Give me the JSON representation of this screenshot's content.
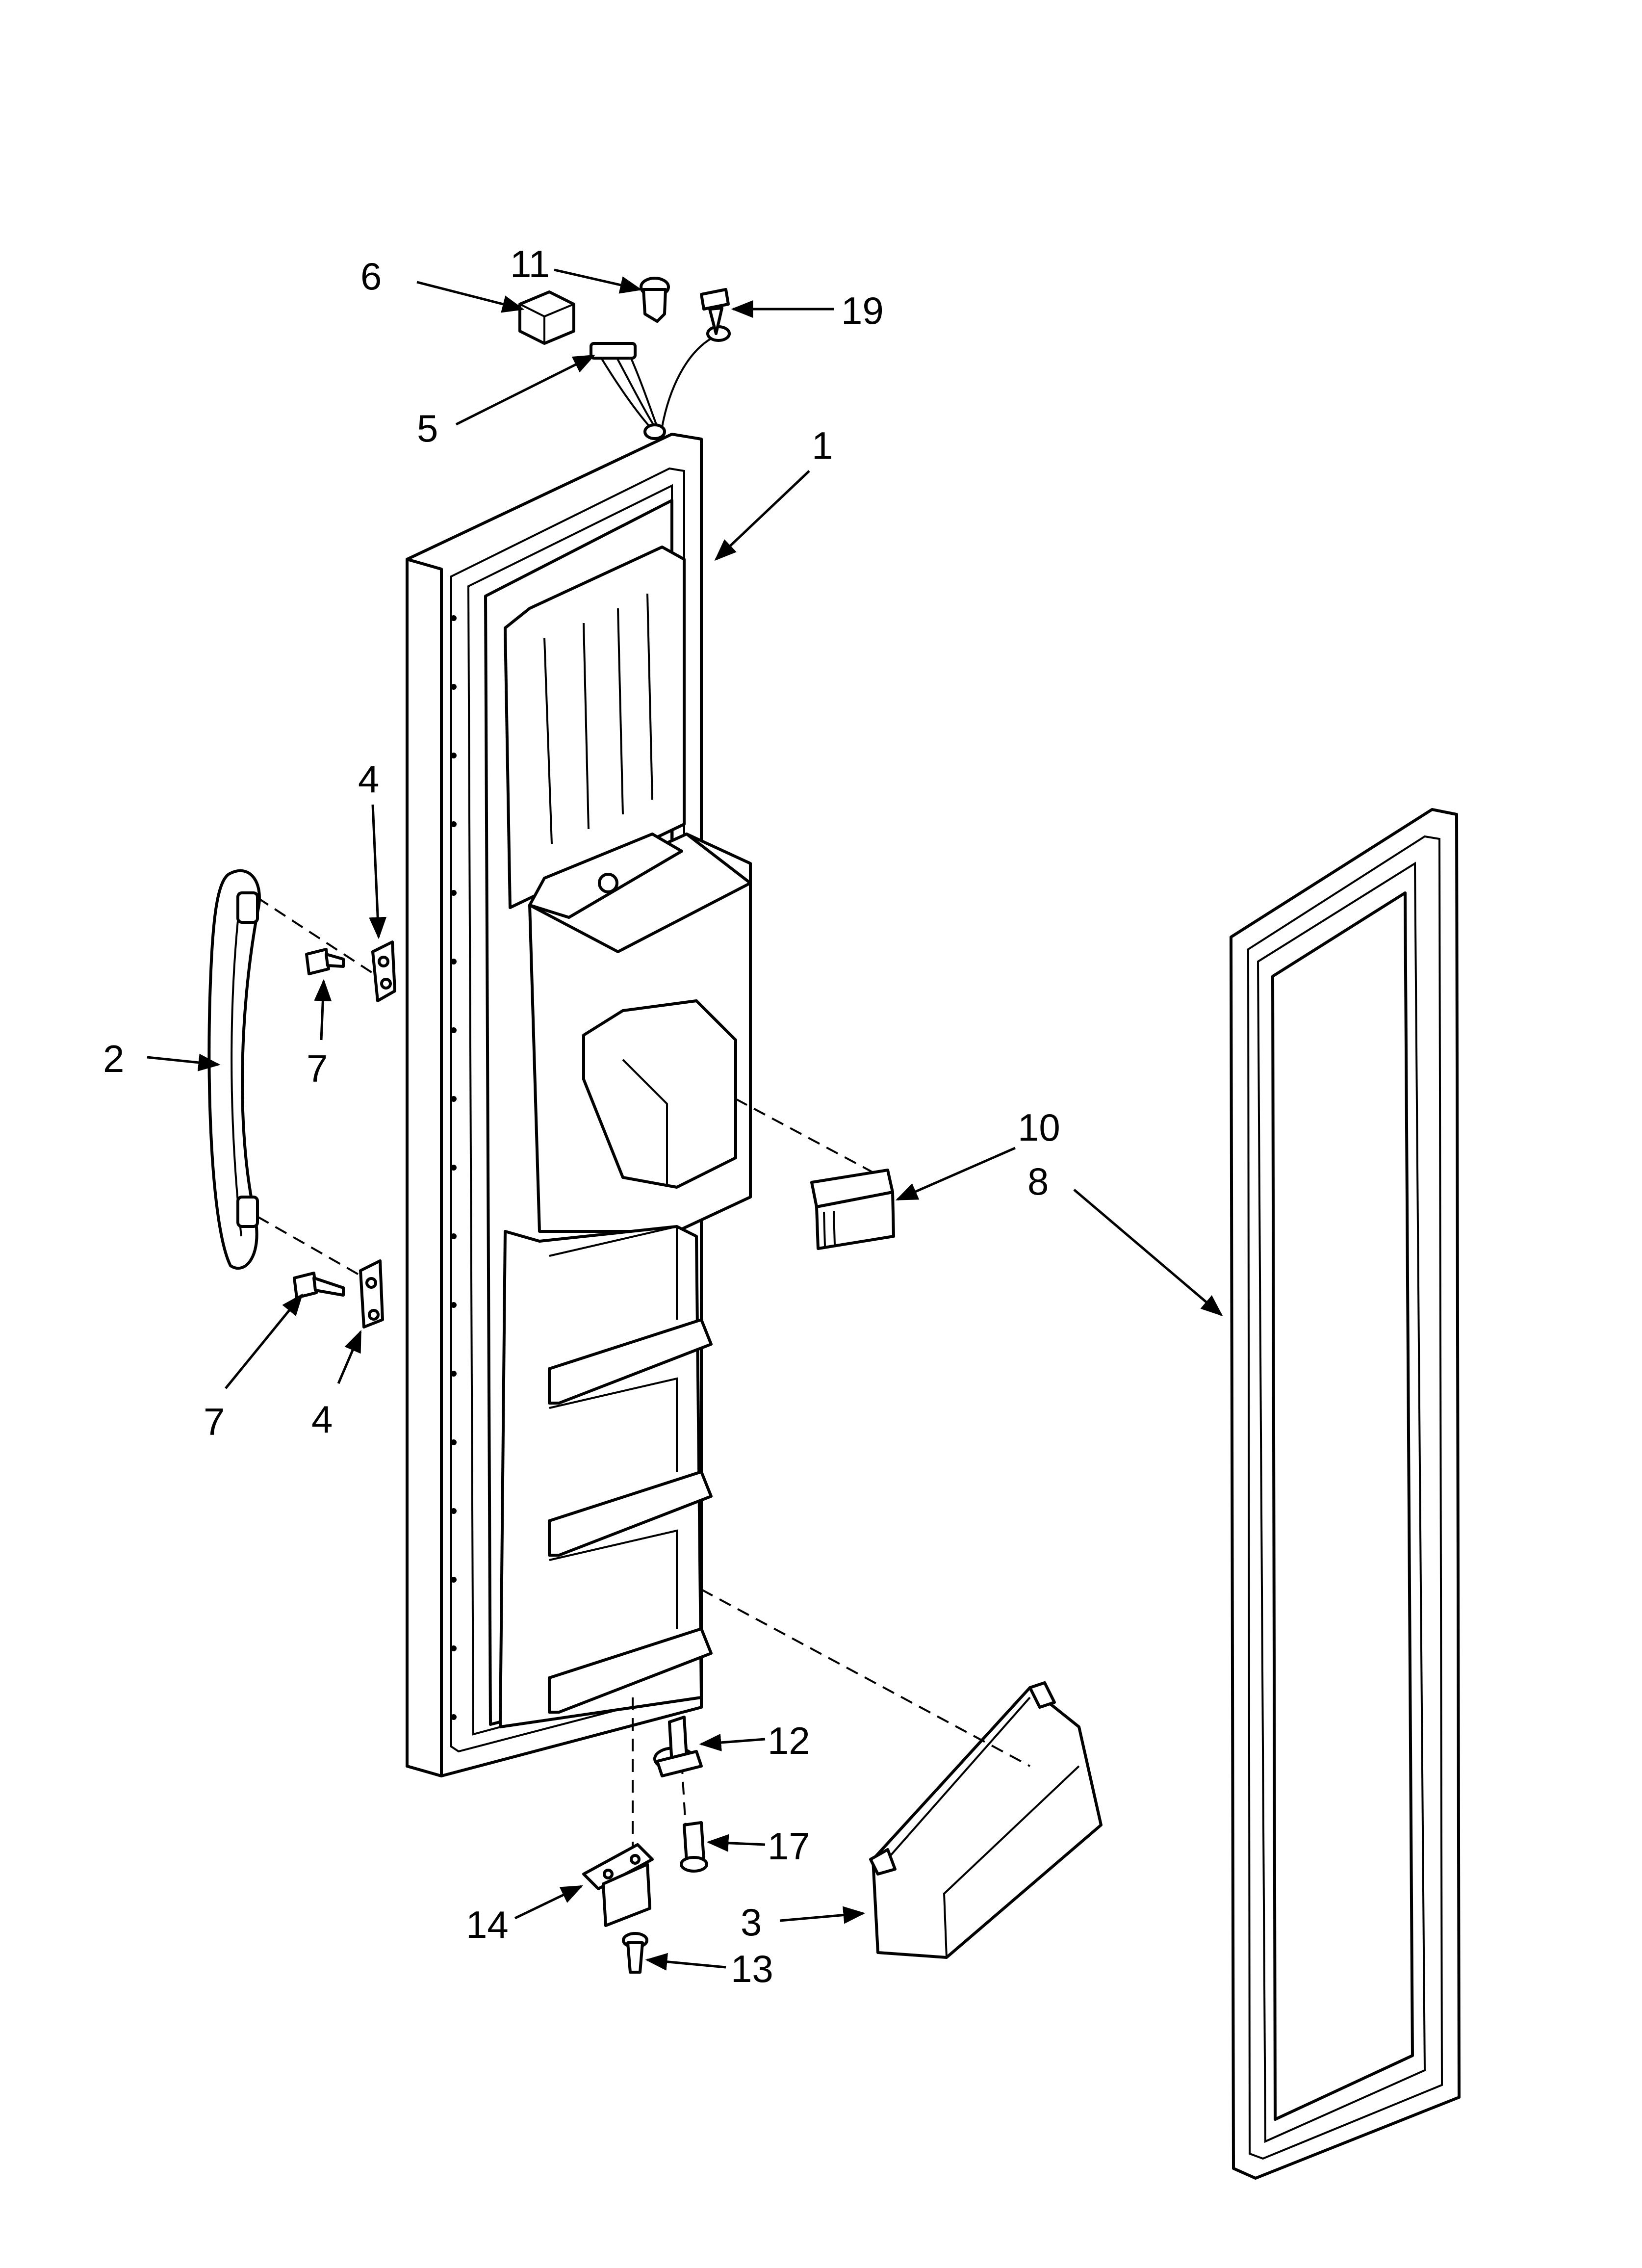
{
  "callouts": {
    "c1": "1",
    "c2": "2",
    "c3": "3",
    "c4a": "4",
    "c4b": "4",
    "c5": "5",
    "c6": "6",
    "c7a": "7",
    "c7b": "7",
    "c8": "8",
    "c10": "10",
    "c11": "11",
    "c12": "12",
    "c13": "13",
    "c14": "14",
    "c17": "17",
    "c19": "19"
  }
}
